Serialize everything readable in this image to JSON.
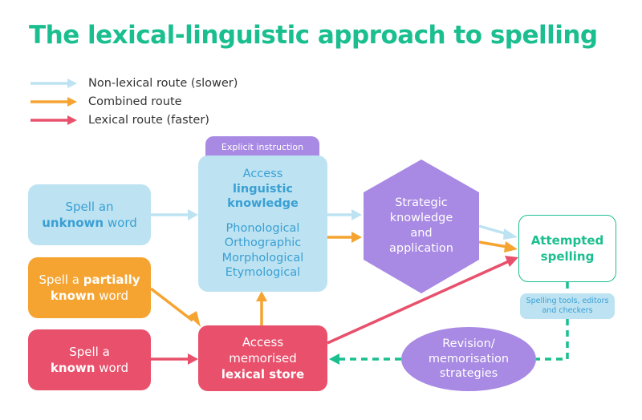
{
  "title": "The lexical-linguistic approach to spelling",
  "legend": [
    {
      "label": "Non-lexical route (slower)",
      "color": "#bde3f2"
    },
    {
      "label": "Combined route",
      "color": "#f5a431"
    },
    {
      "label": "Lexical route (faster)",
      "color": "#e8506b"
    }
  ],
  "nodes": {
    "spell_unknown": {
      "pre": "Spell an",
      "bold": "unknown",
      "post": "word"
    },
    "spell_partial": {
      "pre": "Spell a",
      "bold": "partially known",
      "post": "word"
    },
    "spell_known": {
      "pre": "Spell a",
      "bold": "known",
      "post": "word"
    },
    "explicit_instruction": "Explicit instruction",
    "linguistic": {
      "line1": "Access",
      "bold1": "linguistic",
      "bold2": "knowledge",
      "types": [
        "Phonological",
        "Orthographic",
        "Morphological",
        "Etymological"
      ]
    },
    "lexical_store": {
      "line1": "Access",
      "line2": "memorised",
      "bold": "lexical store"
    },
    "strategic": [
      "Strategic",
      "knowledge",
      "and",
      "application"
    ],
    "attempted": [
      "Attempted",
      "spelling"
    ],
    "tools": [
      "Spelling tools, editors",
      "and checkers"
    ],
    "revision": [
      "Revision/",
      "memorisation",
      "strategies"
    ]
  },
  "colors": {
    "title": "#1bbf8f",
    "light_blue": "#bde3f2",
    "light_blue_text": "#3a9fd3",
    "orange": "#f5a431",
    "pink": "#e8506b",
    "purple": "#a889e3",
    "green": "#1bbf8f"
  }
}
